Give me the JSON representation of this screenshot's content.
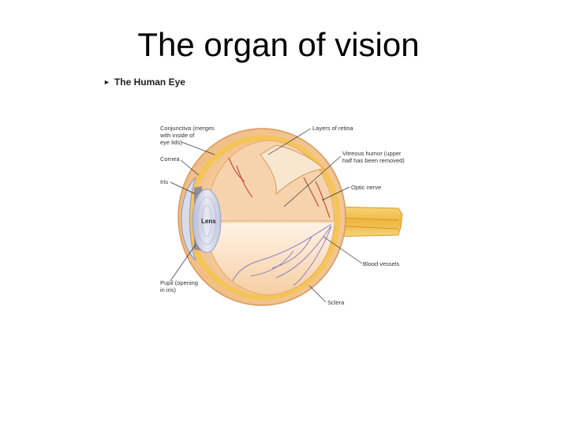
{
  "slide": {
    "title": "The organ of vision"
  },
  "figure": {
    "caption": "The Human Eye",
    "caption_marker": "►",
    "labels": {
      "conjunctiva": [
        "Conjunctiva (merges",
        "with inside of",
        "eye lids)"
      ],
      "cornea": "Cornea",
      "iris": "Iris",
      "lens": "Lens",
      "pupil": [
        "Pupil (opening",
        "in iris)"
      ],
      "layers_of_retina": "Layers of retina",
      "vitreous_humor": [
        "Vitreous humor (upper",
        "half has been removed)"
      ],
      "optic_nerve": "Optic nerve",
      "blood_vessels": "Blood vessels",
      "sclera": "Sclera"
    }
  },
  "colors": {
    "sclera": "#f3c995",
    "interior": "#fbe3c8",
    "retina": "#f0b45f",
    "optic_nerve": "#f2c254",
    "vessels": "#8a7cc2",
    "cornea_lens": "#cfd3e6"
  }
}
